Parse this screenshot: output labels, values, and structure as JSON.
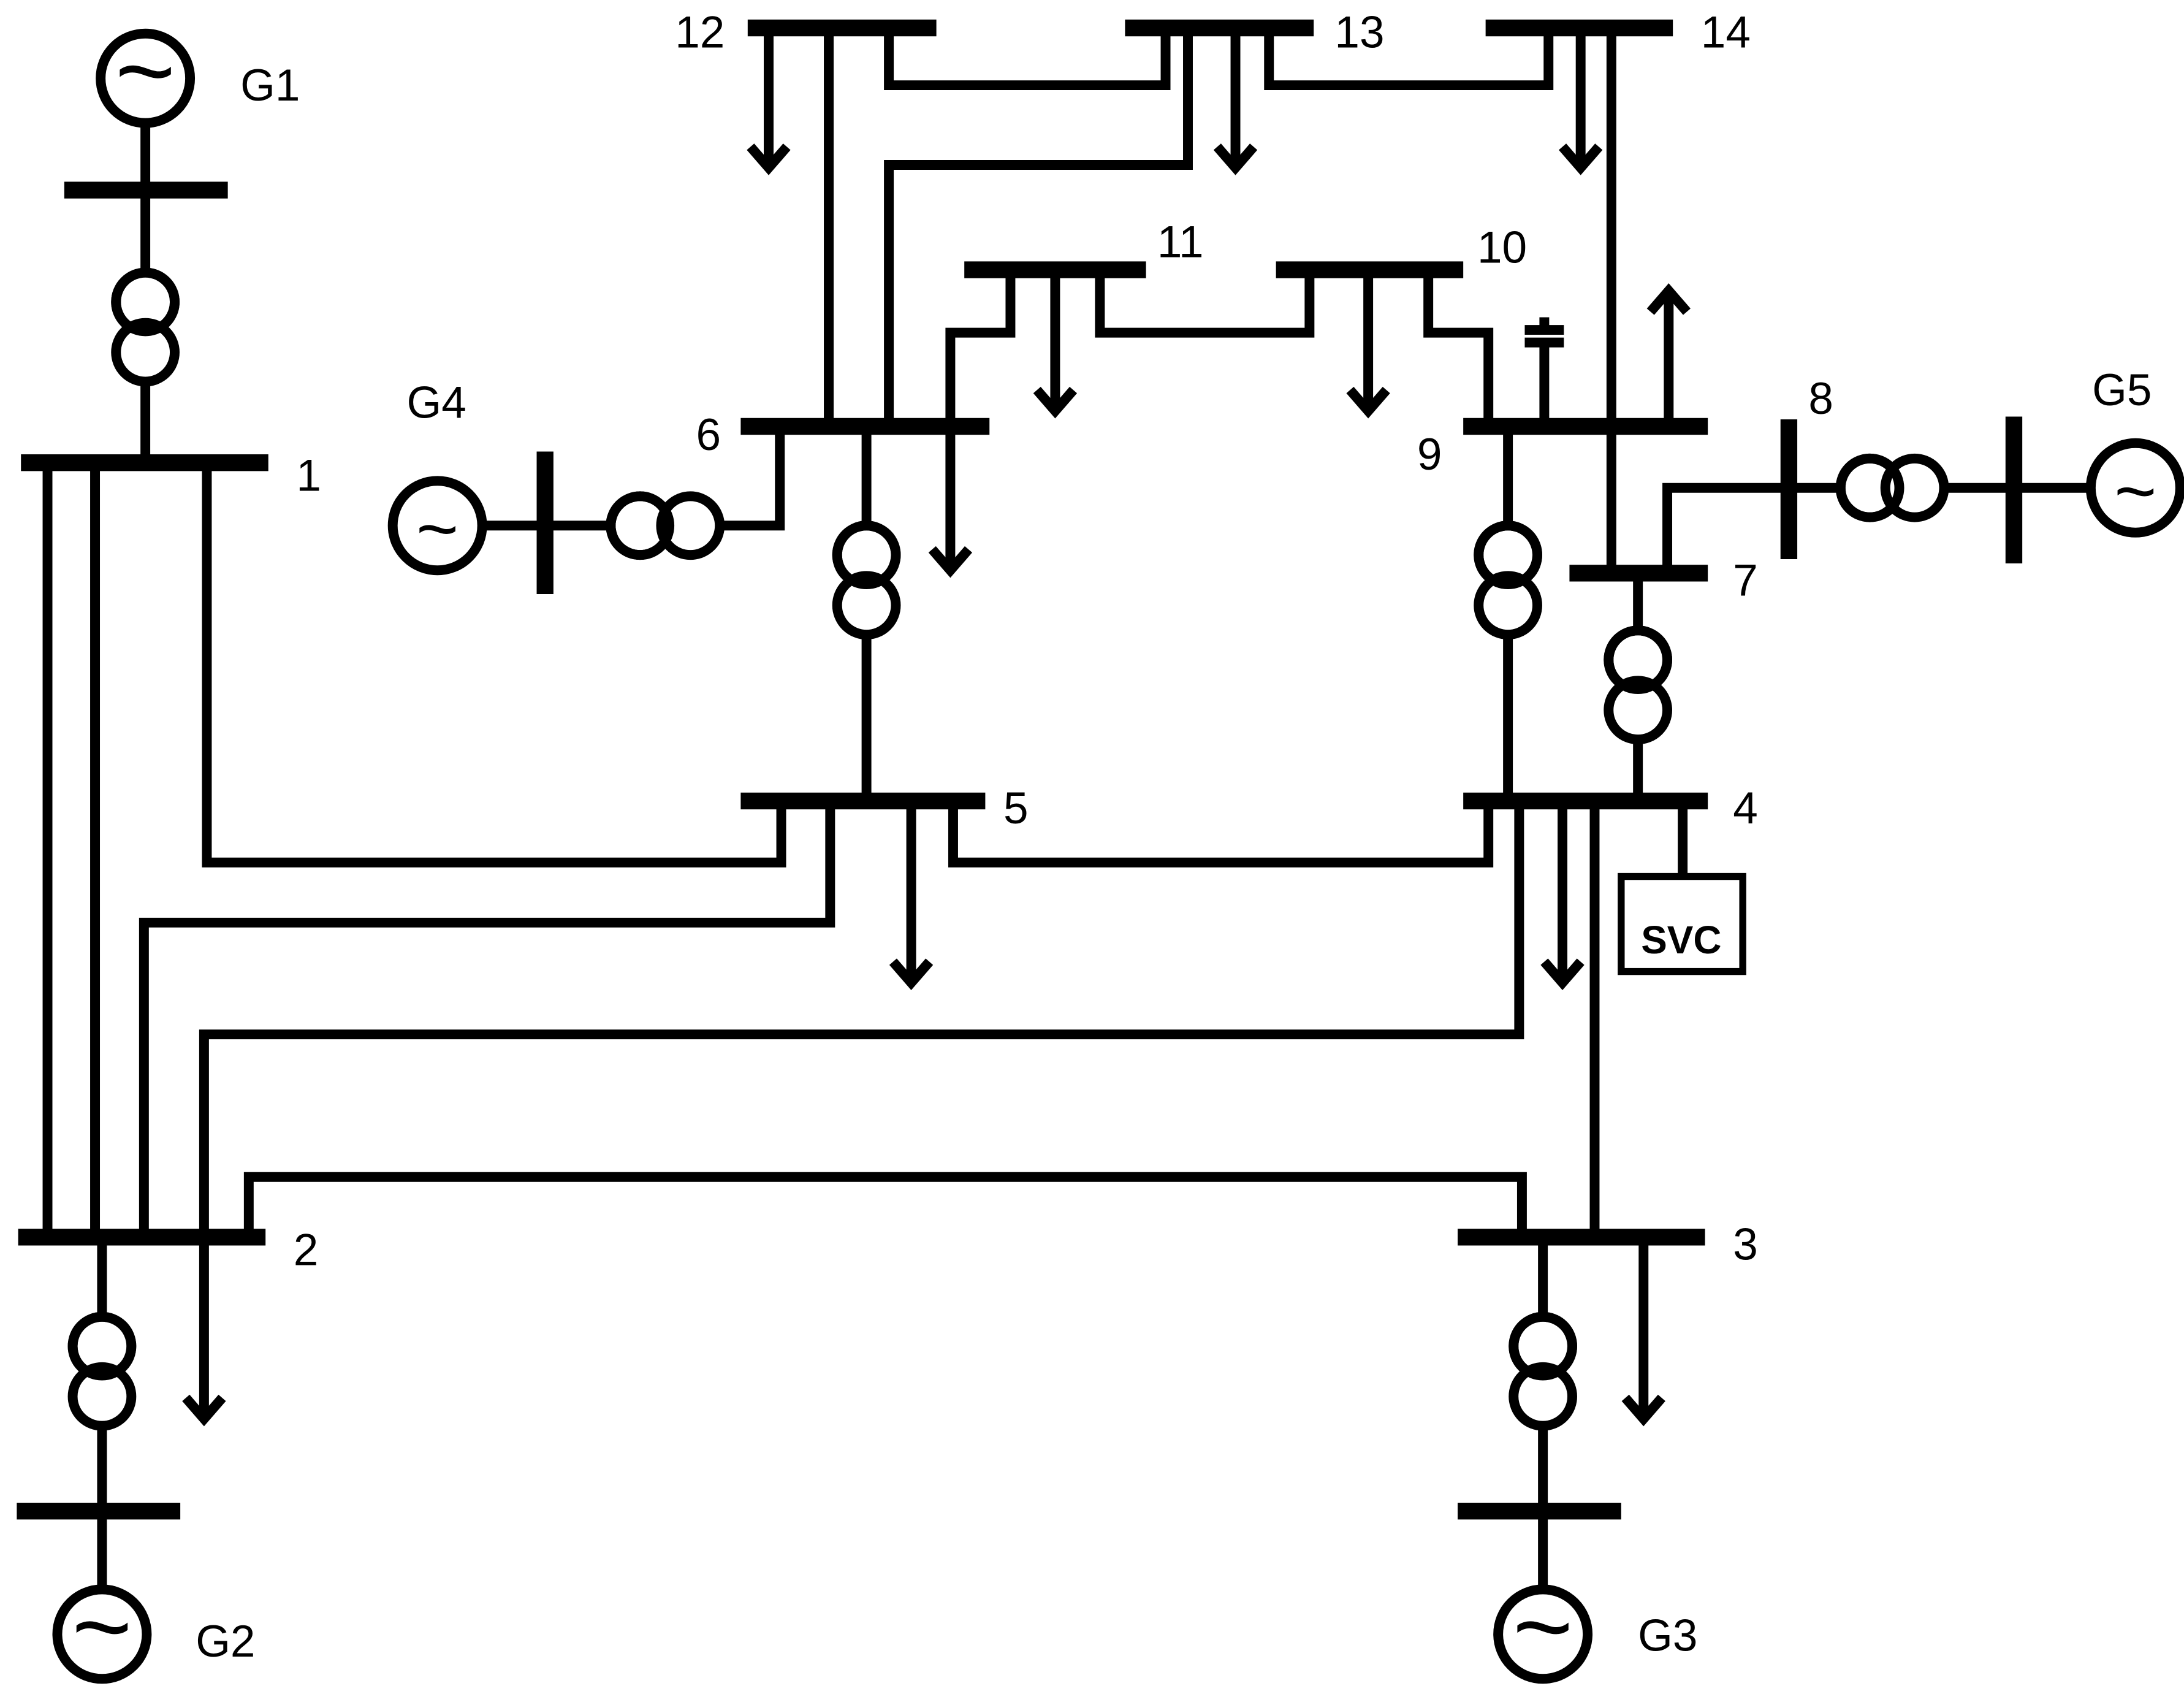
{
  "buses": [
    "1",
    "2",
    "3",
    "4",
    "5",
    "6",
    "7",
    "8",
    "9",
    "10",
    "11",
    "12",
    "13",
    "14"
  ],
  "generators": [
    "G1",
    "G2",
    "G3",
    "G4",
    "G5"
  ],
  "svc_label": "SVC",
  "source_glyph": "~"
}
